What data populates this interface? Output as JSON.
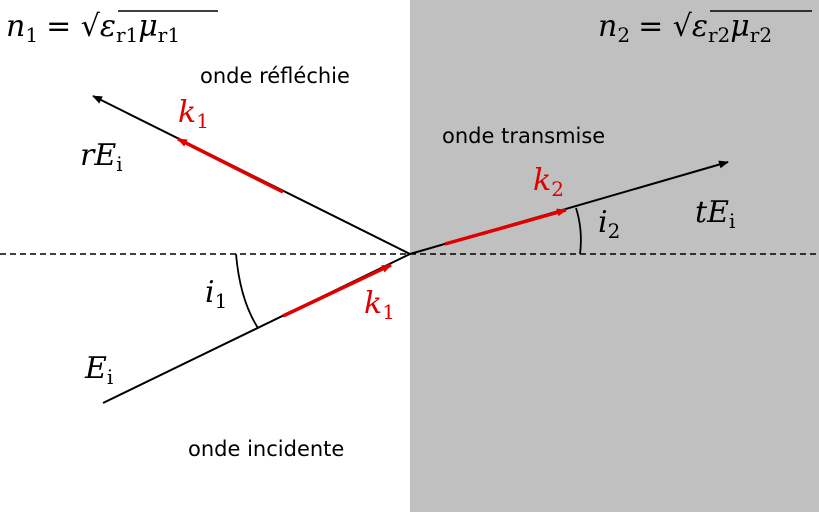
{
  "medium1": {
    "index": "n",
    "index_sub": "1",
    "eq": "= ",
    "eps": "ε",
    "eps_sub": "r1",
    "mu": "μ",
    "mu_sub": "r1"
  },
  "medium2": {
    "index": "n",
    "index_sub": "2",
    "eq": "= ",
    "eps": "ε",
    "eps_sub": "r2",
    "mu": "μ",
    "mu_sub": "r2"
  },
  "labels": {
    "reflected_wave": "onde réfléchie",
    "transmitted_wave": "onde transmise",
    "incident_wave": "onde incidente"
  },
  "fields": {
    "reflected": {
      "coef": "r",
      "E": "E",
      "sub": "i"
    },
    "transmitted": {
      "coef": "t",
      "E": "E",
      "sub": "i"
    },
    "incident": {
      "E": "E",
      "sub": "i"
    }
  },
  "wavevectors": {
    "incident": {
      "k": "k",
      "sub": "1"
    },
    "reflected": {
      "k": "k",
      "sub": "1"
    },
    "transmitted": {
      "k": "k",
      "sub": "2"
    }
  },
  "angles": {
    "incidence": {
      "i": "i",
      "sub": "1"
    },
    "refraction": {
      "i": "i",
      "sub": "2"
    }
  },
  "colors": {
    "medium2_fill": "#c0c0c0",
    "wavevector": "#e00000",
    "ray": "#000000"
  }
}
